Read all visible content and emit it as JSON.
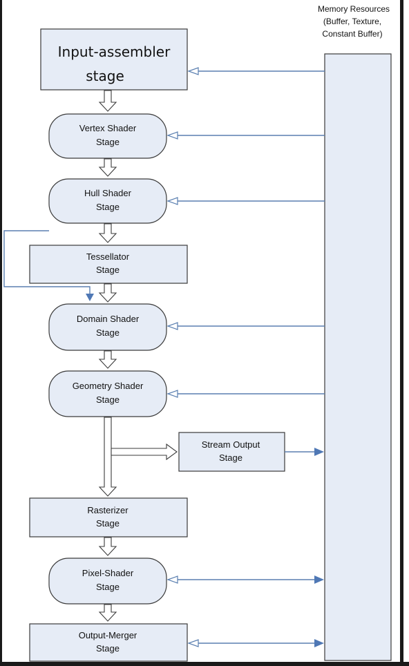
{
  "diagram": {
    "memory": {
      "lines": [
        "Memory Resources",
        "(Buffer, Texture,",
        "Constant Buffer)"
      ]
    },
    "stages": {
      "input_assembler": [
        "Input-assembler",
        "stage"
      ],
      "vertex_shader": [
        "Vertex Shader",
        "Stage"
      ],
      "hull_shader": [
        "Hull Shader",
        "Stage"
      ],
      "tessellator": [
        "Tessellator",
        "Stage"
      ],
      "domain_shader": [
        "Domain Shader",
        "Stage"
      ],
      "geometry_shader": [
        "Geometry Shader",
        "Stage"
      ],
      "stream_output": [
        "Stream Output",
        "Stage"
      ],
      "rasterizer": [
        "Rasterizer",
        "Stage"
      ],
      "pixel_shader": [
        "Pixel-Shader",
        "Stage"
      ],
      "output_merger": [
        "Output-Merger",
        "Stage"
      ]
    },
    "colors": {
      "box_fill": "#e6ecf6",
      "connector": "#5a7fb0",
      "arrow_fill": "#4f78b5"
    }
  }
}
